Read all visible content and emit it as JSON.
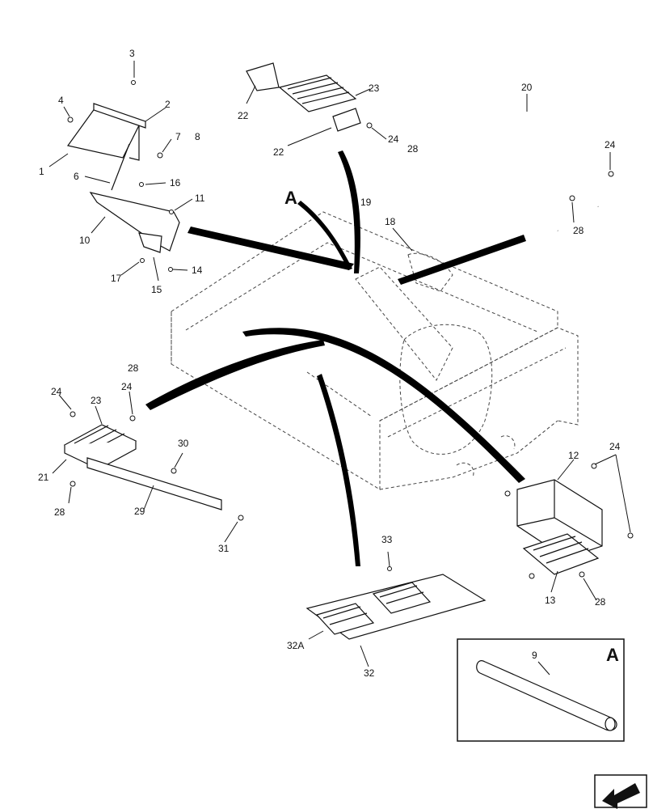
{
  "callouts": {
    "c1": "1",
    "c2": "2",
    "c3": "3",
    "c4": "4",
    "c6": "6",
    "c7": "7",
    "c8": "8",
    "c9": "9",
    "c10": "10",
    "c11": "11",
    "c12": "12",
    "c13": "13",
    "c14": "14",
    "c15": "15",
    "c16": "16",
    "c17": "17",
    "c18": "18",
    "c19": "19",
    "c20": "20",
    "c21": "21",
    "c22a": "22",
    "c22b": "22",
    "c23a": "23",
    "c23b": "23",
    "c24a": "24",
    "c24b": "24",
    "c24c": "24",
    "c24d": "24",
    "c24e": "24",
    "c28a": "28",
    "c28b": "28",
    "c28c": "28",
    "c28d": "28",
    "c28e": "28",
    "c29": "29",
    "c30": "30",
    "c31": "31",
    "c32": "32",
    "c32a": "32A",
    "c33": "33"
  },
  "view_markers": {
    "main": "A",
    "inset": "A"
  },
  "icons": {
    "nav": "next-page-arrow-icon"
  }
}
